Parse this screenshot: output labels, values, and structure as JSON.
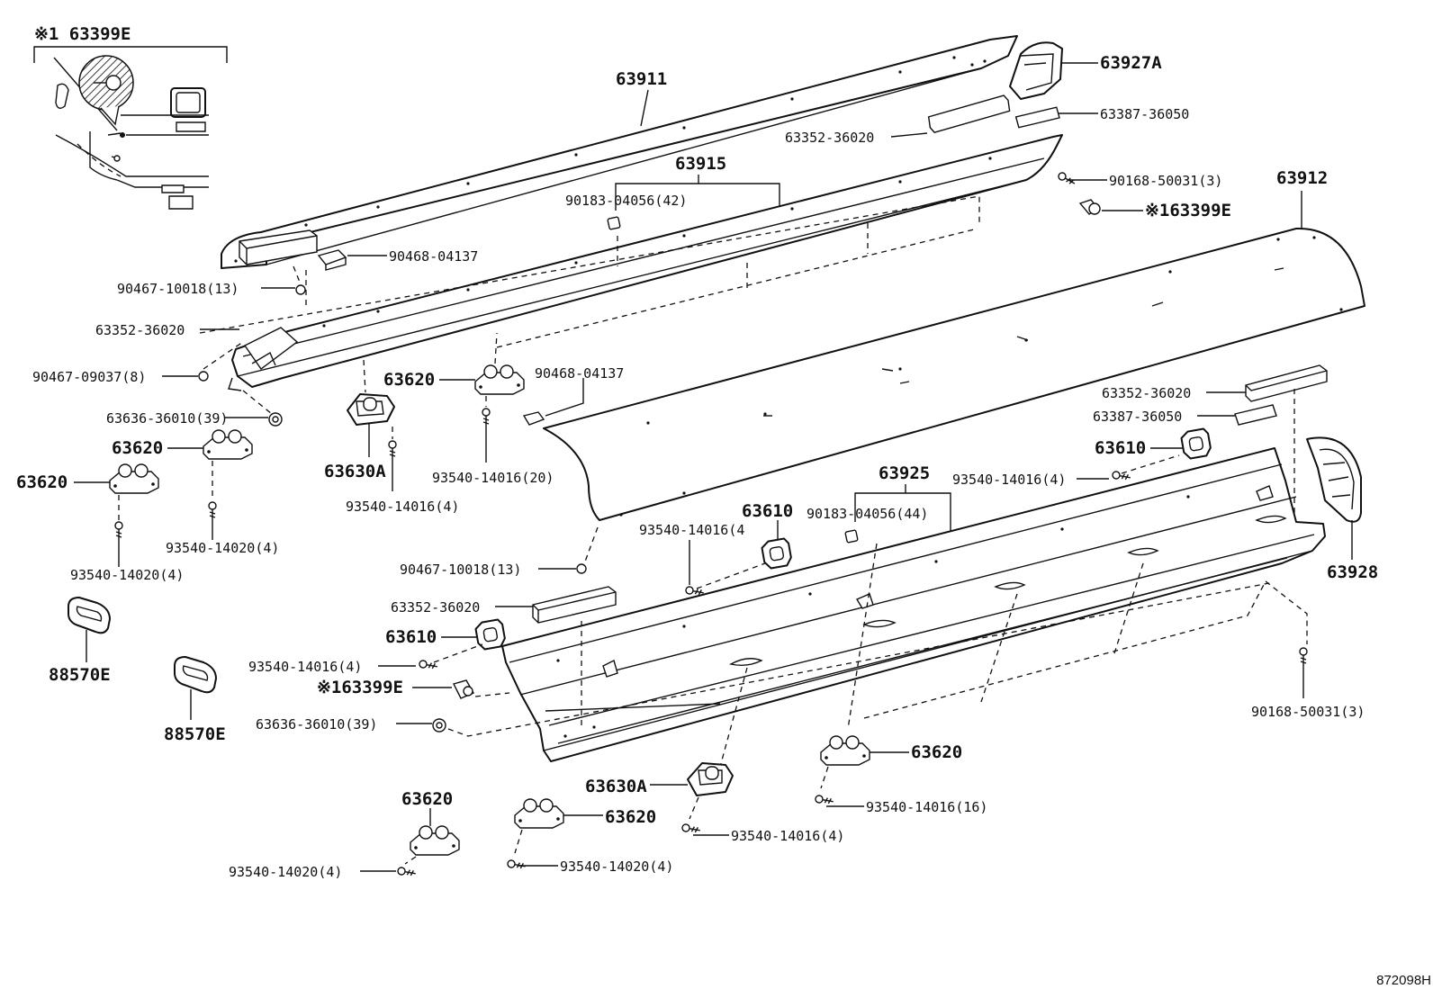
{
  "diagram": {
    "reference_code": "872098H",
    "inset": {
      "header_label": "※1 63399E"
    },
    "callouts": {
      "c63399E_a": "※163399E",
      "c63399E_b": "※163399E",
      "c63911": "63911",
      "c63927A": "63927A",
      "c63387_a": "63387-36050",
      "c63387_b": "63387-36050",
      "c63352_a": "63352-36020",
      "c63352_b": "63352-36020",
      "c63352_c": "63352-36020",
      "c63352_d": "63352-36020",
      "c63915": "63915",
      "c90168_a": "90168-50031(3)",
      "c90168_b": "90168-50031(3)",
      "c90183_a": "90183-04056(42)",
      "c90183_b": "90183-04056(44)",
      "c63912": "63912",
      "c90468_a": "90468-04137",
      "c90468_b": "90468-04137",
      "c90467_10018_a": "90467-10018(13)",
      "c90467_10018_b": "90467-10018(13)",
      "c90467_09037": "90467-09037(8)",
      "c63636_a": "63636-36010(39)",
      "c63636_b": "63636-36010(39)",
      "c63620_a": "63620",
      "c63620_b": "63620",
      "c63620_c": "63620",
      "c63620_d": "63620",
      "c63620_e": "63620",
      "c63620_f": "63620",
      "c63630A_a": "63630A",
      "c63630A_b": "63630A",
      "c93540_14016_4_a": "93540-14016(4)",
      "c93540_14016_4_b": "93540-14016(4)",
      "c93540_14016_4_c": "93540-14016(4",
      "c93540_14016_4_d": "93540-14016(4)",
      "c93540_14016_4_e": "93540-14016(4)",
      "c93540_14016_20": "93540-14016(20)",
      "c93540_14016_16": "93540-14016(16)",
      "c93540_14020_a": "93540-14020(4)",
      "c93540_14020_b": "93540-14020(4)",
      "c93540_14020_c": "93540-14020(4)",
      "c93540_14020_d": "93540-14020(4)",
      "c63610_a": "63610",
      "c63610_b": "63610",
      "c63610_c": "63610",
      "c63925": "63925",
      "c63928": "63928",
      "c88570E_a": "88570E",
      "c88570E_b": "88570E"
    }
  }
}
